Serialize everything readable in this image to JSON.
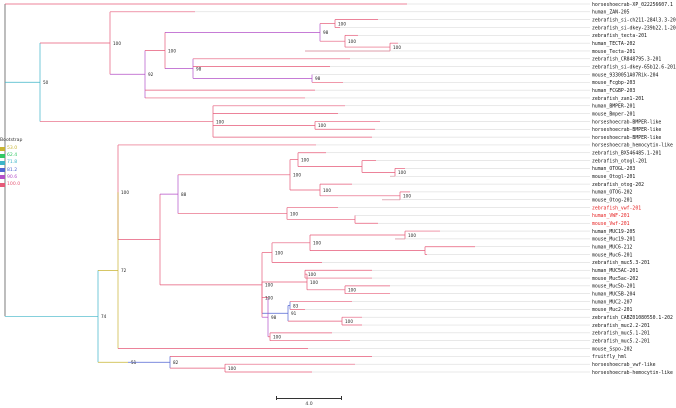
{
  "legend": {
    "title": "Bootstrap",
    "items": [
      {
        "label": "53.0",
        "color": "#c8b432"
      },
      {
        "label": "62.4",
        "color": "#32c864"
      },
      {
        "label": "71.8",
        "color": "#3cb4c8"
      },
      {
        "label": "81.2",
        "color": "#5064d2"
      },
      {
        "label": "90.6",
        "color": "#b450c8"
      },
      {
        "label": "100.0",
        "color": "#e65a78"
      }
    ]
  },
  "scale_bar": {
    "label": "4.0"
  },
  "highlight_color": "#e62020",
  "tree": {
    "leaves": [
      {
        "name": "horseshoecrab-XP_022256607.1",
        "highlight": false
      },
      {
        "name": "human_ZAN-205",
        "highlight": false
      },
      {
        "name": "zebrafish_si-ch211-284l3.3-201",
        "highlight": false
      },
      {
        "name": "zebrafish_si-dkey-239b22.1-201",
        "highlight": false
      },
      {
        "name": "zebrafish_tecta-201",
        "highlight": false
      },
      {
        "name": "human_TECTA-202",
        "highlight": false
      },
      {
        "name": "mouse_Tecta-201",
        "highlight": false
      },
      {
        "name": "zebrafish_CR848795.3-201",
        "highlight": false
      },
      {
        "name": "zebrafish_si-dkey-65b12.6-201",
        "highlight": false
      },
      {
        "name": "mouse_9330051A07Rik-204",
        "highlight": false
      },
      {
        "name": "mouse_Fcgbp-203",
        "highlight": false
      },
      {
        "name": "human_FCGBP-203",
        "highlight": false
      },
      {
        "name": "zebrafish_zan1-201",
        "highlight": false
      },
      {
        "name": "human_BMPER-201",
        "highlight": false
      },
      {
        "name": "mouse_Bmper-201",
        "highlight": false
      },
      {
        "name": "horseshoecrab-BMPER-like",
        "highlight": false
      },
      {
        "name": "horseshoecrab-BMPER-like",
        "highlight": false
      },
      {
        "name": "horseshoecrab-BMPER-like",
        "highlight": false
      },
      {
        "name": "horseshoecrab_hemocytin-like",
        "highlight": false
      },
      {
        "name": "zebrafish_BX546485.1-201",
        "highlight": false
      },
      {
        "name": "zebrafish_otogl-201",
        "highlight": false
      },
      {
        "name": "human_OTOGL-203",
        "highlight": false
      },
      {
        "name": "mouse_Otogl-201",
        "highlight": false
      },
      {
        "name": "zebrafish_otog-202",
        "highlight": false
      },
      {
        "name": "human_OTOG-202",
        "highlight": false
      },
      {
        "name": "mouse_Otog-201",
        "highlight": false
      },
      {
        "name": "zebrafish_vwf-201",
        "highlight": true
      },
      {
        "name": "human_VWF-201",
        "highlight": true
      },
      {
        "name": "mouse_Vwf-201",
        "highlight": true
      },
      {
        "name": "human_MUC19-205",
        "highlight": false
      },
      {
        "name": "mouse_Muc19-201",
        "highlight": false
      },
      {
        "name": "human_MUC6-212",
        "highlight": false
      },
      {
        "name": "mouse_Muc6-201",
        "highlight": false
      },
      {
        "name": "zebrafish_muc5.3-201",
        "highlight": false
      },
      {
        "name": "human_MUC5AC-201",
        "highlight": false
      },
      {
        "name": "mouse_Muc5ac-202",
        "highlight": false
      },
      {
        "name": "mouse_Muc5b-201",
        "highlight": false
      },
      {
        "name": "human_MUC5B-204",
        "highlight": false
      },
      {
        "name": "human_MUC2-207",
        "highlight": false
      },
      {
        "name": "mouse_Muc2-201",
        "highlight": false
      },
      {
        "name": "zebrafish_CABZ01080550.1-202",
        "highlight": false
      },
      {
        "name": "zebrafish_muc2.2-201",
        "highlight": false
      },
      {
        "name": "zebrafish_muc5.1-201",
        "highlight": false
      },
      {
        "name": "zebrafish_muc5.2-201",
        "highlight": false
      },
      {
        "name": "mouse_Sspo-202",
        "highlight": false
      },
      {
        "name": "fruitfly_hml",
        "highlight": false
      },
      {
        "name": "horseshoecrab_vwf-like",
        "highlight": false
      },
      {
        "name": "horseshoecrab-hemocytin-like",
        "highlight": false
      }
    ],
    "nodes": [
      {
        "id": "A",
        "label": "100",
        "color": "#e65a78"
      },
      {
        "id": "B",
        "label": "100",
        "color": "#e65a78"
      },
      {
        "id": "C",
        "label": "100",
        "color": "#e65a78"
      },
      {
        "id": "D",
        "label": "98",
        "color": "#b450c8"
      },
      {
        "id": "E",
        "label": "98",
        "color": "#b450c8"
      },
      {
        "id": "F",
        "label": "98",
        "color": "#b450c8"
      },
      {
        "id": "G",
        "label": "100",
        "color": "#e65a78"
      },
      {
        "id": "H",
        "label": "92",
        "color": "#b450c8"
      },
      {
        "id": "I",
        "label": "100",
        "color": "#e65a78"
      },
      {
        "id": "J",
        "label": "50",
        "color": "#3cb4c8"
      },
      {
        "id": "K",
        "label": "100",
        "color": "#e65a78"
      },
      {
        "id": "L",
        "label": "100",
        "color": "#e65a78"
      },
      {
        "id": "M",
        "label": "100",
        "color": "#e65a78"
      },
      {
        "id": "N",
        "label": "",
        "color": "#e65a78"
      },
      {
        "id": "O",
        "label": "100",
        "color": "#e65a78"
      },
      {
        "id": "P",
        "label": "100",
        "color": "#e65a78"
      },
      {
        "id": "Q",
        "label": "100",
        "color": "#e65a78"
      },
      {
        "id": "R",
        "label": "100",
        "color": "#e65a78"
      },
      {
        "id": "S",
        "label": "",
        "color": "#e65a78"
      },
      {
        "id": "T",
        "label": "100",
        "color": "#e65a78"
      },
      {
        "id": "U",
        "label": "88",
        "color": "#b450c8"
      },
      {
        "id": "V",
        "label": "100",
        "color": "#e65a78"
      },
      {
        "id": "W",
        "label": "",
        "color": "#e65a78"
      },
      {
        "id": "X",
        "label": "100",
        "color": "#e65a78"
      },
      {
        "id": "Y",
        "label": "100",
        "color": "#e65a78"
      },
      {
        "id": "Z",
        "label": "100",
        "color": "#e65a78"
      },
      {
        "id": "AA",
        "label": "100",
        "color": "#e65a78"
      },
      {
        "id": "AB",
        "label": "83",
        "color": "#5064d2"
      },
      {
        "id": "AC",
        "label": "100",
        "color": "#e65a78"
      },
      {
        "id": "AD",
        "label": "100",
        "color": "#e65a78"
      },
      {
        "id": "AE",
        "label": "100",
        "color": "#e65a78"
      },
      {
        "id": "AF",
        "label": "91",
        "color": "#5064d2"
      },
      {
        "id": "AG",
        "label": "100",
        "color": "#e65a78"
      },
      {
        "id": "AH",
        "label": "98",
        "color": "#b450c8"
      },
      {
        "id": "AI",
        "label": "100",
        "color": "#e65a78"
      },
      {
        "id": "AJ",
        "label": "",
        "color": "#e65a78"
      },
      {
        "id": "AK",
        "label": "100",
        "color": "#e65a78"
      },
      {
        "id": "AL",
        "label": "100",
        "color": "#e65a78"
      },
      {
        "id": "AM",
        "label": "72",
        "color": "#c8b432"
      },
      {
        "id": "AN",
        "label": "82",
        "color": "#5064d2"
      },
      {
        "id": "AO",
        "label": "51",
        "color": "#c8b432"
      },
      {
        "id": "AP",
        "label": "74",
        "color": "#3cb4c8"
      },
      {
        "id": "ROOT",
        "label": "",
        "color": "#444444"
      }
    ]
  }
}
